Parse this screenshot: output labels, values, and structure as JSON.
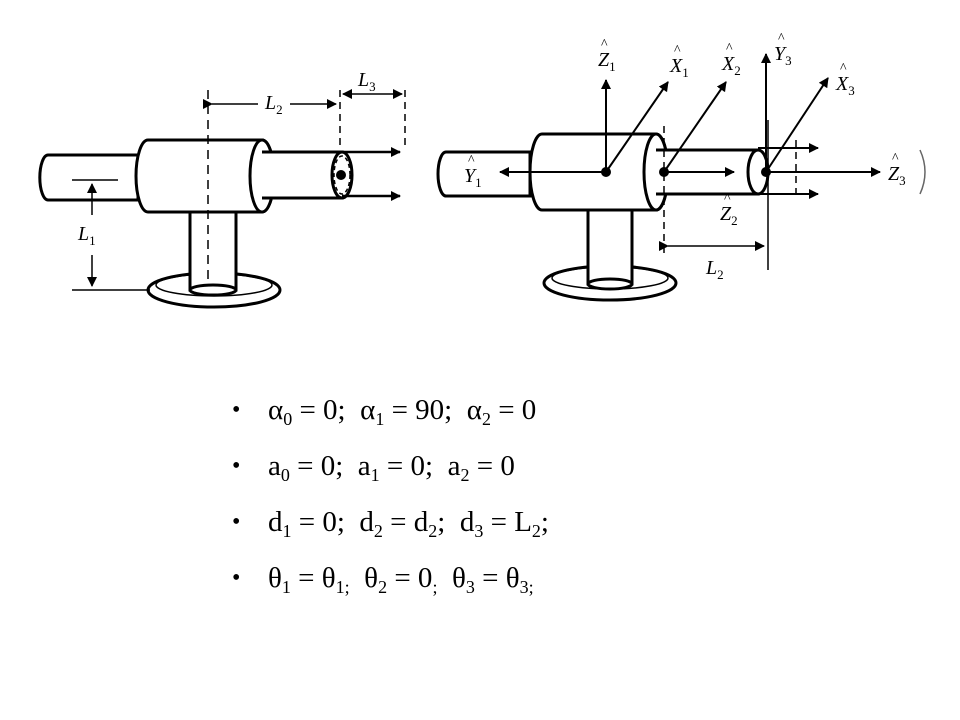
{
  "figure": {
    "left_labels": {
      "L1": "L",
      "L1_sub": "1",
      "L2": "L",
      "L2_sub": "2",
      "L3": "L",
      "L3_sub": "3"
    },
    "right_labels": {
      "Z1": "Z",
      "Z1_sub": "1",
      "X1": "X",
      "X1_sub": "1",
      "X2": "X",
      "X2_sub": "2",
      "Y3": "Y",
      "Y3_sub": "3",
      "X3": "X",
      "X3_sub": "3",
      "Y1": "Y",
      "Y1_sub": "1",
      "Z2": "Z",
      "Z2_sub": "2",
      "Z3": "Z",
      "Z3_sub": "3",
      "L2": "L",
      "L2_sub": "2"
    }
  },
  "params": [
    {
      "name": "alpha-row",
      "tokens": [
        {
          "t": "α"
        },
        {
          "s": "0"
        },
        {
          "t": " = 0;  "
        },
        {
          "t": "α"
        },
        {
          "s": "1"
        },
        {
          "t": " = 90;  "
        },
        {
          "t": "α"
        },
        {
          "s": "2"
        },
        {
          "t": " = 0"
        }
      ]
    },
    {
      "name": "a-row",
      "tokens": [
        {
          "t": "a"
        },
        {
          "s": "0"
        },
        {
          "t": " = 0;  a"
        },
        {
          "s": "1"
        },
        {
          "t": " = 0;  a"
        },
        {
          "s": "2"
        },
        {
          "t": " = 0"
        }
      ]
    },
    {
      "name": "d-row",
      "tokens": [
        {
          "t": "d"
        },
        {
          "s": "1"
        },
        {
          "t": " = 0;  d"
        },
        {
          "s": "2"
        },
        {
          "t": " = d"
        },
        {
          "s": "2"
        },
        {
          "t": ";  d"
        },
        {
          "s": "3"
        },
        {
          "t": " = L"
        },
        {
          "s": "2"
        },
        {
          "t": ";"
        }
      ]
    },
    {
      "name": "theta-row",
      "tokens": [
        {
          "t": "θ"
        },
        {
          "s": "1"
        },
        {
          "t": " = θ"
        },
        {
          "s": "1;"
        },
        {
          "t": "  θ"
        },
        {
          "s": "2"
        },
        {
          "t": " = 0"
        },
        {
          "s": ";"
        },
        {
          "t": "  θ"
        },
        {
          "s": "3"
        },
        {
          "t": " = θ"
        },
        {
          "s": "3;"
        }
      ]
    }
  ]
}
